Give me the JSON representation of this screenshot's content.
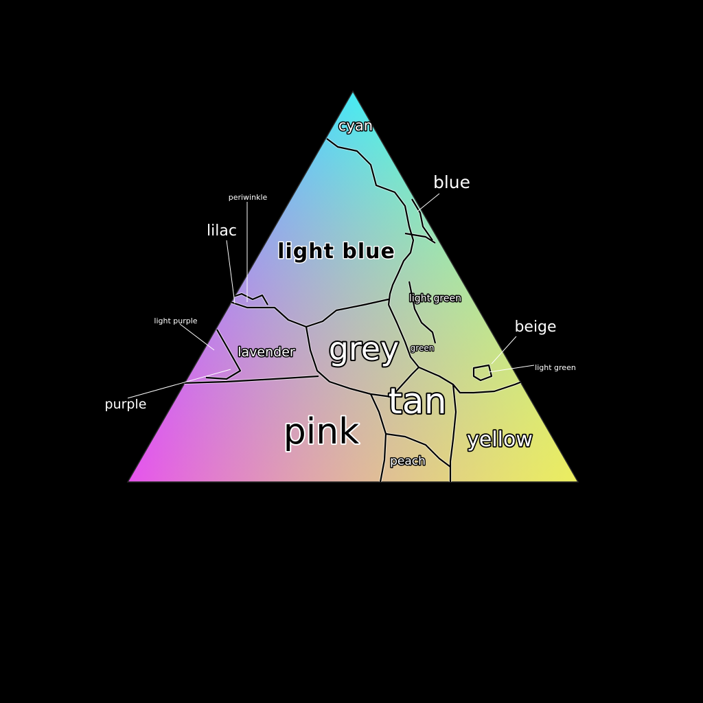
{
  "diagram": {
    "corner_colors": {
      "top": "#33f3fb",
      "left": "#f23af7",
      "right": "#f8fb46"
    },
    "background": "#000000",
    "labels": {
      "cyan": "cyan",
      "blue": "blue",
      "periwinkle": "periwinkle",
      "lilac": "lilac",
      "light_blue": "light blue",
      "light_green_upper": "light green",
      "light_purple": "light purple",
      "lavender": "lavender",
      "grey": "grey",
      "green": "green",
      "beige": "beige",
      "light_green_right": "light green",
      "purple": "purple",
      "tan": "tan",
      "pink": "pink",
      "yellow": "yellow",
      "peach": "peach"
    }
  }
}
